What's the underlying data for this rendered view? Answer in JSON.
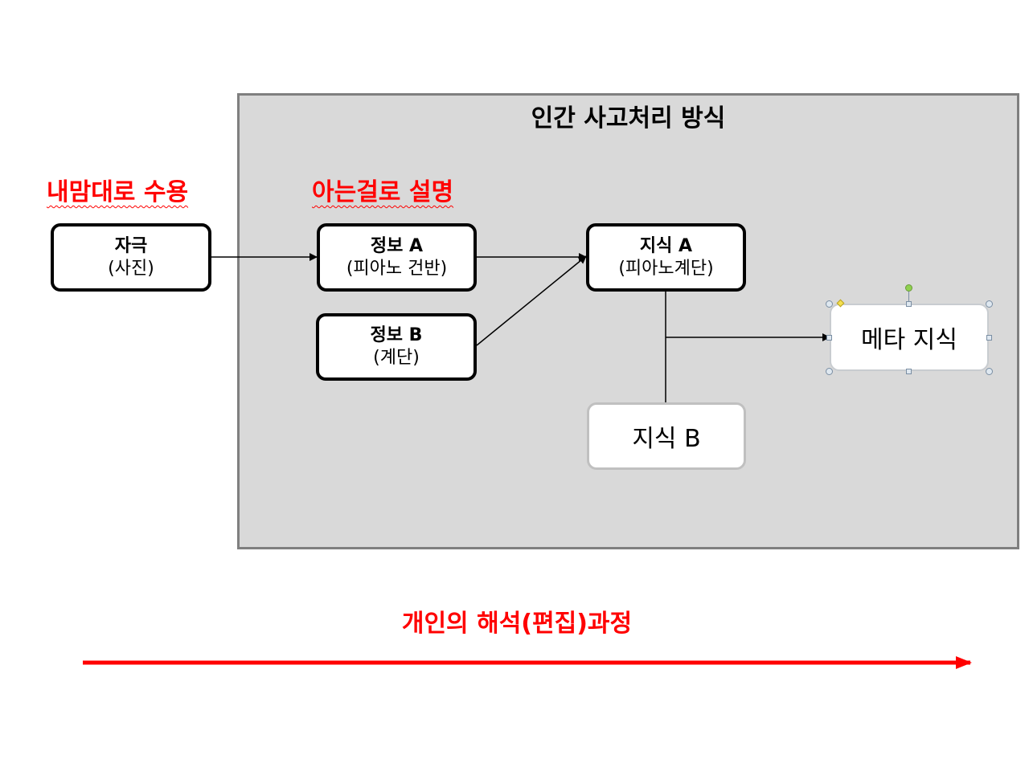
{
  "panel": {
    "title": "인간 사고처리 방식"
  },
  "labels": {
    "accept": "내맘대로 수용",
    "explain": "아는걸로 설명",
    "process": "개인의 해석(편집)과정"
  },
  "nodes": {
    "stimulus": {
      "title": "자극",
      "sub": "(사진)"
    },
    "info_a": {
      "title": "정보 A",
      "sub": "(피아노 건반)"
    },
    "info_b": {
      "title": "정보 B",
      "sub": "(계단)"
    },
    "knowledge_a": {
      "title": "지식 A",
      "sub": "(피아노계단)"
    },
    "knowledge_b": {
      "title": "지식 B"
    },
    "meta": {
      "title": "메타 지식"
    }
  },
  "colors": {
    "accent": "#ff0000",
    "panel": "#d9d9d9"
  }
}
